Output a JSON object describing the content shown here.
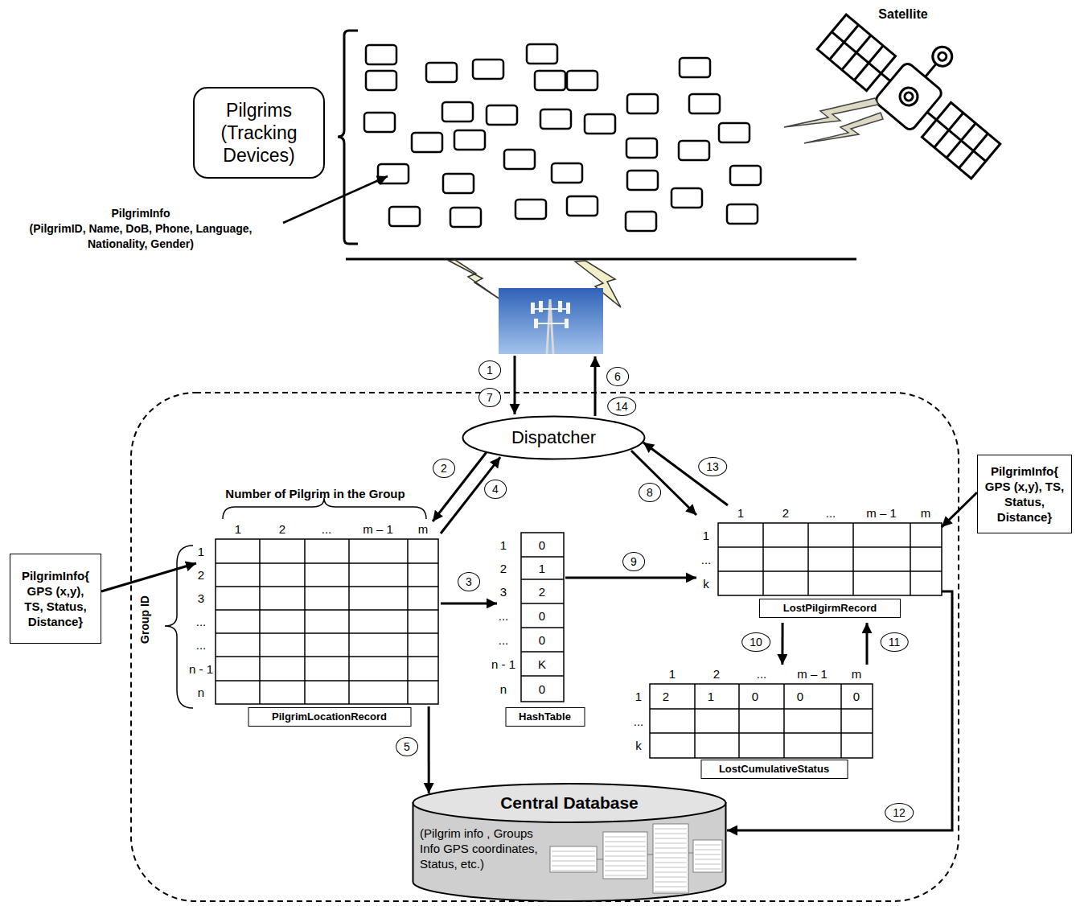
{
  "diagram": {
    "nodes": [
      {
        "text": [
          "Pilgrims (Tracking Devices)"
        ]
      },
      {
        "text": [
          "Dispatcher"
        ]
      },
      {
        "text": [
          "PilgrimLocationRecord"
        ]
      },
      {
        "text": [
          "HashTable"
        ]
      },
      {
        "text": [
          "LostPilgirmRecord"
        ]
      },
      {
        "text": [
          "LostCumulativeStatus"
        ]
      },
      {
        "text": [
          "Central Database",
          "(Pilgrim info , Groups Info GPS coordinates, Status, etc.)"
        ]
      },
      {
        "text": [
          "PilgrimInfo{ GPS (x,y), TS, Status, Distance}"
        ]
      },
      {
        "text": [
          "PilgrimInfo{ GPS (x,y), TS, Status, Distance}"
        ]
      }
    ],
    "edges": [
      {
        "from": 1,
        "to": 2,
        "arrow": "to",
        "label": "2"
      },
      {
        "from": 2,
        "to": 1,
        "arrow": "to",
        "label": "4"
      },
      {
        "from": 2,
        "to": 3,
        "arrow": "to",
        "label": "3"
      },
      {
        "from": 2,
        "to": 6,
        "arrow": "to",
        "label": "5"
      },
      {
        "from": 1,
        "to": 4,
        "arrow": "to",
        "label": "8"
      },
      {
        "from": 4,
        "to": 1,
        "arrow": "to",
        "label": "13"
      },
      {
        "from": 3,
        "to": 4,
        "arrow": "to",
        "label": "9"
      },
      {
        "from": 4,
        "to": 5,
        "arrow": "to",
        "label": "10"
      },
      {
        "from": 5,
        "to": 4,
        "arrow": "to",
        "label": "11"
      },
      {
        "from": 4,
        "to": 6,
        "arrow": "to",
        "label": "12"
      },
      {
        "from": 7,
        "to": 2,
        "arrow": "to"
      },
      {
        "from": 8,
        "to": 4,
        "arrow": "to"
      }
    ],
    "labels": [
      "Satellite",
      "PilgrimInfo",
      "(PilgrimID, Name, DoB, Phone, Language, Nationality, Gender)",
      "1",
      "7",
      "6",
      "14",
      "Number of Pilgrim in the Group",
      "Group ID",
      "1",
      "2",
      "...",
      "m – 1",
      "m",
      "1",
      "2",
      "3",
      "...",
      "...",
      "n - 1",
      "n",
      "1",
      "2",
      "3",
      "...",
      "...",
      "n - 1",
      "n",
      "0",
      "1",
      "2",
      "0",
      "0",
      "K",
      "0",
      "1",
      "2",
      "...",
      "m – 1",
      "m",
      "1",
      "...",
      "k",
      "1",
      "2",
      "...",
      "m – 1",
      "m",
      "1",
      "...",
      "k",
      "2",
      "1",
      "0",
      "0",
      "0"
    ]
  }
}
